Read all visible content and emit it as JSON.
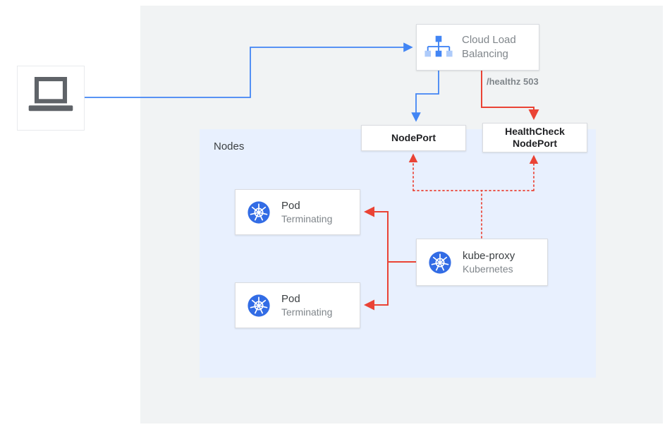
{
  "colors": {
    "blue": "#4285f4",
    "red": "#ea4335",
    "k8s_blue": "#326ce5",
    "panel_gray": "#f1f3f4",
    "nodes_bg": "#e8f0fe",
    "box_border": "#dadce0",
    "text_dark": "#202124",
    "text_gray": "#80868b",
    "icon_gray": "#5f6368",
    "light_blue": "#aecbfa"
  },
  "icons": {
    "client": "laptop-icon",
    "load_balancer": "cloud-load-balancing-icon",
    "pod": "kubernetes-icon",
    "kube_proxy": "kubernetes-icon"
  },
  "diagram": {
    "nodes_label": "Nodes",
    "clb": {
      "label": "Cloud Load Balancing"
    },
    "healthz": "/healthz 503",
    "nodeport": "NodePort",
    "healthcheck": "HealthCheck NodePort",
    "pods": [
      {
        "title": "Pod",
        "subtitle": "Terminating"
      },
      {
        "title": "Pod",
        "subtitle": "Terminating"
      }
    ],
    "kube_proxy": {
      "title": "kube-proxy",
      "subtitle": "Kubernetes"
    }
  }
}
